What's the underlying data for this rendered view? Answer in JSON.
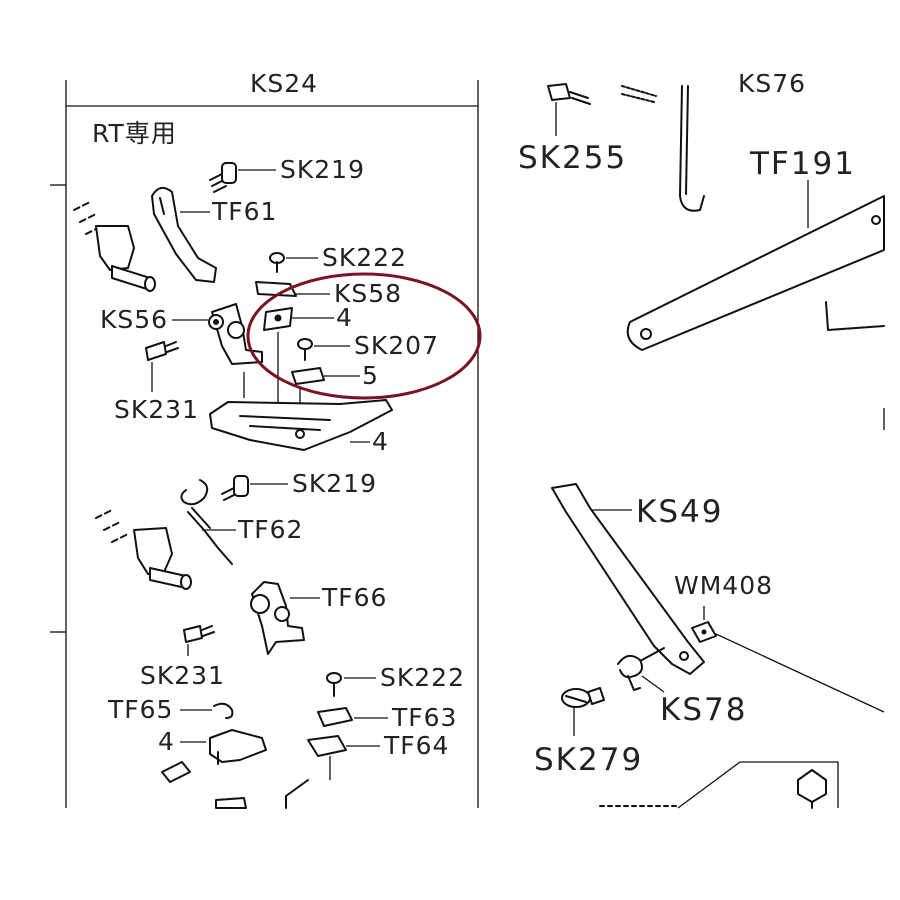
{
  "header": {
    "top_left_fragment": "KS24",
    "top_right_fragment": "KS76",
    "section_title": "RT専用"
  },
  "callouts": {
    "sk219_a": "SK219",
    "tf61": "TF61",
    "sk222_a": "SK222",
    "ks58": "KS58",
    "ks56": "KS56",
    "n4_a": "4",
    "sk207": "SK207",
    "n5": "5",
    "sk231_a": "SK231",
    "n4_b": "4",
    "sk219_b": "SK219",
    "tf62": "TF62",
    "tf66": "TF66",
    "sk231_b": "SK231",
    "sk222_b": "SK222",
    "tf65": "TF65",
    "tf63": "TF63",
    "n4_c": "4",
    "tf64": "TF64",
    "sk255": "SK255",
    "tf191": "TF191",
    "ks49": "KS49",
    "wm408": "WM408",
    "ks78": "KS78",
    "sk279": "SK279"
  },
  "colors": {
    "highlight_circle": "#7a1424",
    "ink": "#111111"
  }
}
